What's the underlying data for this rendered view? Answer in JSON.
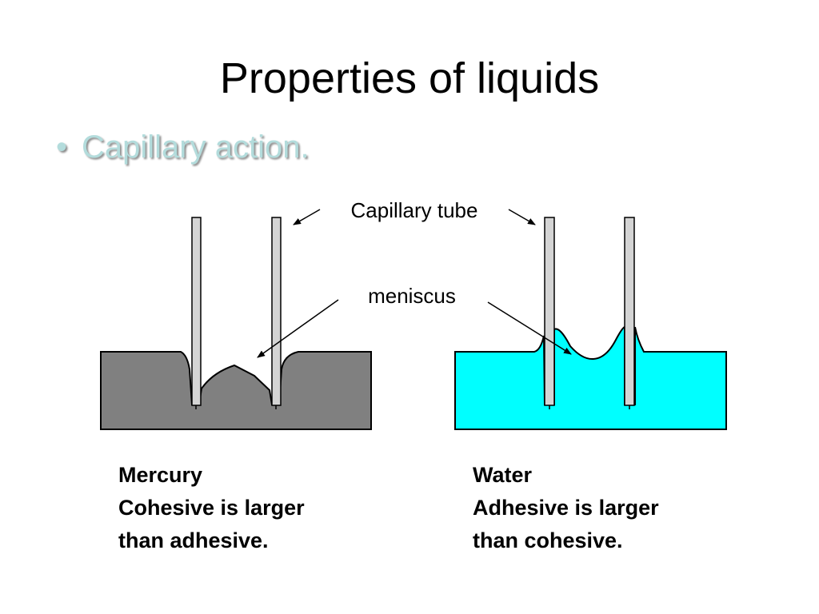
{
  "slide": {
    "title": "Properties of liquids",
    "bullet": {
      "marker": "•",
      "text": "Capillary action."
    }
  },
  "diagram": {
    "labels": {
      "capillary_tube": "Capillary tube",
      "meniscus": "meniscus"
    },
    "colors": {
      "mercury": "#808080",
      "water": "#00ffff",
      "tube": "#d4d4d4",
      "bullet_text": "#b3dcdc"
    }
  },
  "captions": {
    "mercury": {
      "line1": "Mercury",
      "line2": "Cohesive is larger",
      "line3": "than adhesive."
    },
    "water": {
      "line1": "Water",
      "line2": "Adhesive is larger",
      "line3": "than cohesive."
    }
  }
}
